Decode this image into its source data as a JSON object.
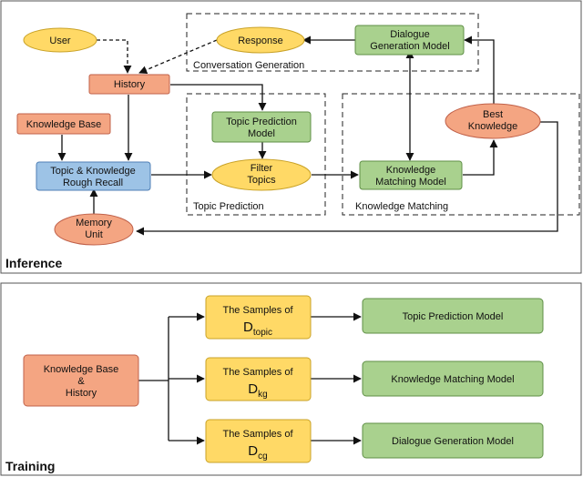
{
  "colors": {
    "orange_fill": "#f4a582",
    "orange_stroke": "#c0614a",
    "yellow_fill": "#ffd966",
    "yellow_stroke": "#c9a227",
    "green_fill": "#a9d18e",
    "green_stroke": "#5f8f46",
    "blue_fill": "#9dc3e6",
    "blue_stroke": "#4f7fb5",
    "line": "#111111",
    "panel_border": "#555555"
  },
  "inference": {
    "label": "Inference",
    "regions": {
      "conversation_generation": "Conversation Generation",
      "topic_prediction": "Topic Prediction",
      "knowledge_matching": "Knowledge Matching"
    },
    "nodes": {
      "user": "User",
      "response": "Response",
      "dialogue_model": [
        "Dialogue",
        "Generation Model"
      ],
      "history": "History",
      "topic_prediction_model": [
        "Topic Prediction",
        "Model"
      ],
      "knowledge_base": "Knowledge Base",
      "rough_recall": [
        "Topic & Knowledge",
        "Rough Recall"
      ],
      "filter_topics": [
        "Filter",
        "Topics"
      ],
      "matching_model": [
        "Knowledge",
        "Matching Model"
      ],
      "best_knowledge": [
        "Best",
        "Knowledge"
      ],
      "memory_unit": [
        "Memory",
        "Unit"
      ]
    }
  },
  "training": {
    "label": "Training",
    "source": [
      "Knowledge Base",
      "&",
      "History"
    ],
    "samples_prefix": "The Samples of",
    "samples": [
      {
        "symbol": "D",
        "subscript": "topic",
        "model": "Topic Prediction Model"
      },
      {
        "symbol": "D",
        "subscript": "kg",
        "model": "Knowledge Matching Model"
      },
      {
        "symbol": "D",
        "subscript": "cg",
        "model": "Dialogue Generation Model"
      }
    ]
  }
}
